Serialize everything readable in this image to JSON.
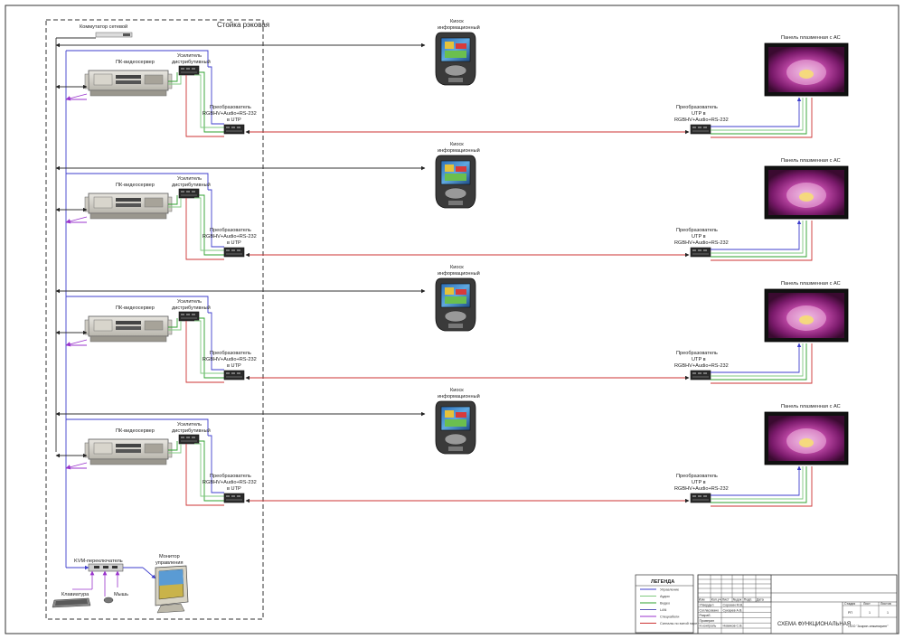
{
  "rack_title": "Стойка рэковая",
  "switch_label": "Коммутатор сетевой",
  "server_label": "ПК-видеосервер",
  "amplifier_label": [
    "Усилитель",
    "дистрибутивный"
  ],
  "converter_tx_label": [
    "Преобразователь",
    "RGBHV+Audio+RS-232",
    "в UTP"
  ],
  "converter_rx_label": [
    "Преобразователь",
    "UTP в",
    "RGBHV+Audio+RS-232"
  ],
  "kiosk_label": [
    "Киоск",
    "информационный"
  ],
  "panel_label": "Панель плазменная с АС",
  "kvm_label": "KVM-переключатель",
  "monitor_label": [
    "Монитор",
    "управления"
  ],
  "keyboard_label": "Клавиатура",
  "mouse_label": "Мышь",
  "legend": {
    "title": "ЛЕГЕНДА",
    "items": [
      {
        "label": "Управление",
        "color": "#3d3dcc"
      },
      {
        "label": "Аудио",
        "color": "#7fc97f"
      },
      {
        "label": "Видео",
        "color": "#2ca02c"
      },
      {
        "label": "LAN",
        "color": "#5a5ab8"
      },
      {
        "label": "Спецкабели",
        "color": "#9933cc"
      },
      {
        "label": "Сигналы по витой паре",
        "color": "#cc3333"
      }
    ]
  },
  "title_block": {
    "header_cols": [
      "Изм",
      "Кол.уч",
      "Лист",
      "№док",
      "Подп.",
      "Дата"
    ],
    "rows": [
      {
        "role": "Утвердил",
        "name": "Сорокин М.В."
      },
      {
        "role": "Согласовано",
        "name": "Сухарев А.В."
      },
      {
        "role": "Разраб.",
        "name": ""
      },
      {
        "role": "Проверил",
        "name": ""
      },
      {
        "role": "Н.контроль",
        "name": "Новиков С.В."
      }
    ],
    "title": "СХЕМА ФУНКЦИОНАЛЬНАЯ",
    "stage_hdr": "Стадия",
    "sheet_hdr": "Лист",
    "sheets_hdr": "Листов",
    "stage": "РП",
    "sheet": "1",
    "sheets": "1",
    "company": "ООО \"Аскрин-инжиниринг\""
  },
  "colors": {
    "control": "#3d3dcc",
    "red": "#cc3333",
    "green": "#2ca02c",
    "lightgreen": "#7fc97f",
    "purple": "#9933cc",
    "lan": "#333333"
  }
}
